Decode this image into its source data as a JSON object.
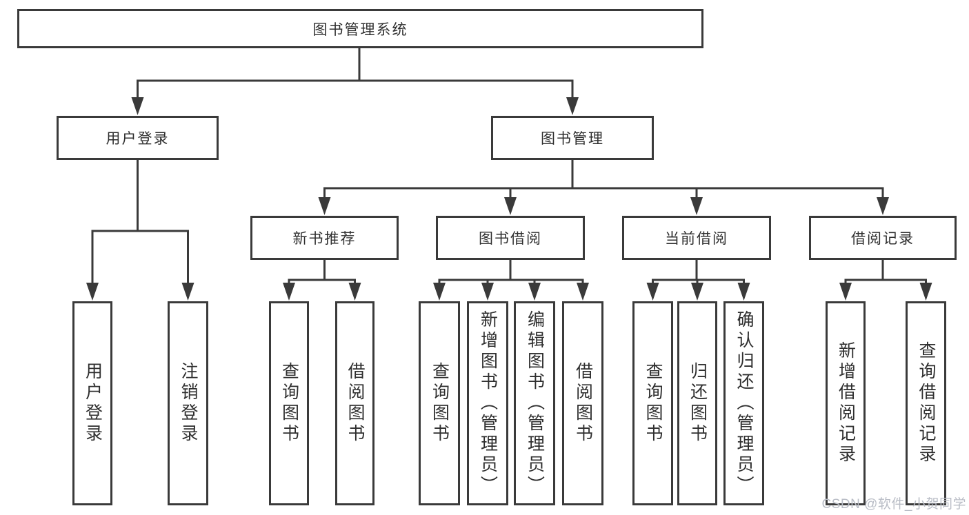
{
  "diagram": {
    "title": "图书管理系统",
    "tree": {
      "label": "图书管理系统",
      "children": [
        {
          "label": "用户登录",
          "children": [
            {
              "label": "用户登录"
            },
            {
              "label": "注销登录"
            }
          ]
        },
        {
          "label": "图书管理",
          "children": [
            {
              "label": "新书推荐",
              "children": [
                {
                  "label": "查询图书"
                },
                {
                  "label": "借阅图书"
                }
              ]
            },
            {
              "label": "图书借阅",
              "children": [
                {
                  "label": "查询图书"
                },
                {
                  "label": "新增图书（管理员）"
                },
                {
                  "label": "编辑图书（管理员）"
                },
                {
                  "label": "借阅图书"
                }
              ]
            },
            {
              "label": "当前借阅",
              "children": [
                {
                  "label": "查询图书"
                },
                {
                  "label": "归还图书"
                },
                {
                  "label": "确认归还（管理员）"
                }
              ]
            },
            {
              "label": "借阅记录",
              "children": [
                {
                  "label": "新增借阅记录"
                },
                {
                  "label": "查询借阅记录"
                }
              ]
            }
          ]
        }
      ]
    },
    "colors": {
      "line": "#3a3a3a",
      "text": "#2f2f2f",
      "background": "#ffffff",
      "watermark": "#b9bdc6"
    }
  },
  "watermark": {
    "text": "CSDN @软件_小贺同学"
  }
}
